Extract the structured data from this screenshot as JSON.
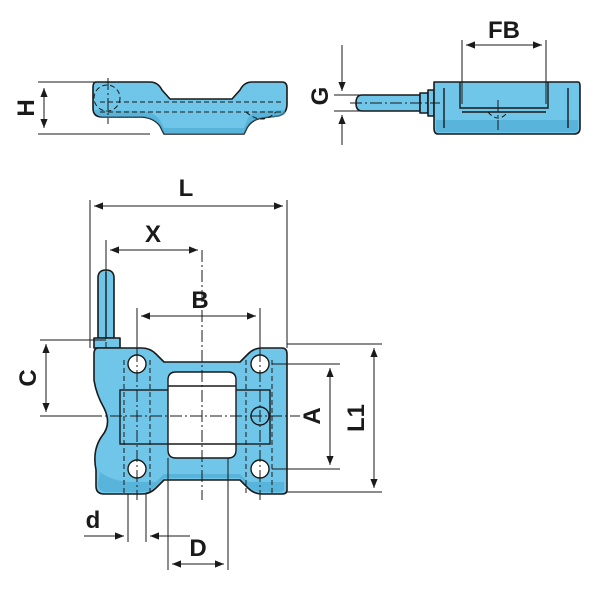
{
  "labels": {
    "H": "H",
    "G": "G",
    "FB": "FB",
    "L": "L",
    "X": "X",
    "B": "B",
    "C": "C",
    "A": "A",
    "L1": "L1",
    "d": "d",
    "D": "D"
  },
  "colors": {
    "part_fill": "#6fc6e8",
    "part_shadow": "#4aa9d1",
    "line": "#1a1a1a",
    "background": "#ffffff"
  }
}
